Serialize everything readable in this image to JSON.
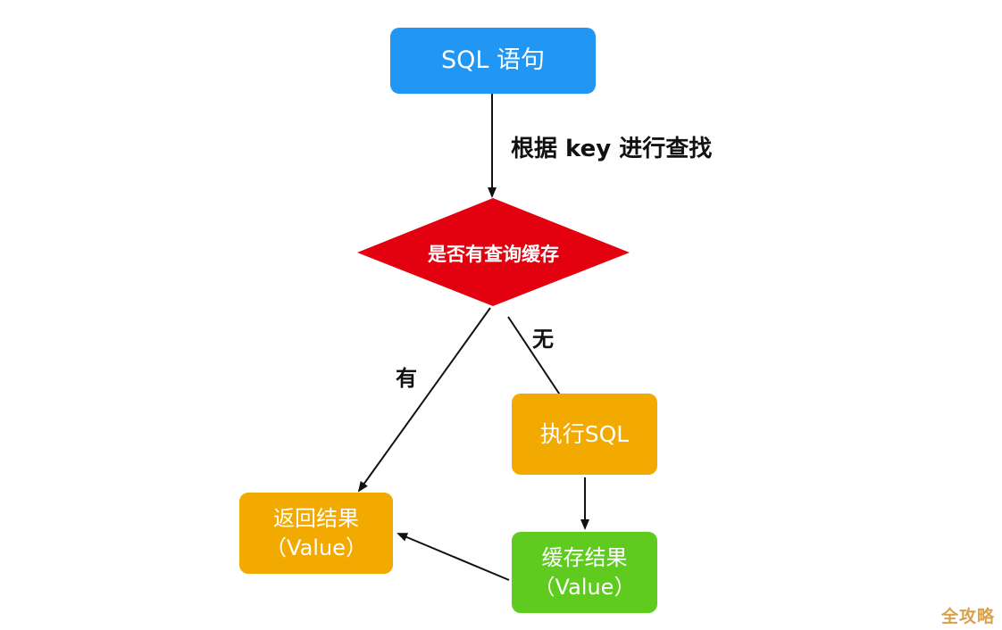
{
  "nodes": {
    "sql_statement": "SQL 语句",
    "decision": "是否有查询缓存",
    "execute_sql": "执行SQL",
    "return_result": {
      "line1": "返回结果",
      "line2": "（Value）"
    },
    "cache_result": {
      "line1": "缓存结果",
      "line2": "（Value）"
    }
  },
  "edges": {
    "lookup_by_key": "根据 key 进行查找",
    "no_cache": "无",
    "has_cache": "有"
  },
  "watermark": "全攻略",
  "colors": {
    "blue_node": "#2196f3",
    "decision_red": "#e3000f",
    "orange_node": "#f2a900",
    "green_node": "#5ecb1e",
    "arrow": "#111111"
  }
}
